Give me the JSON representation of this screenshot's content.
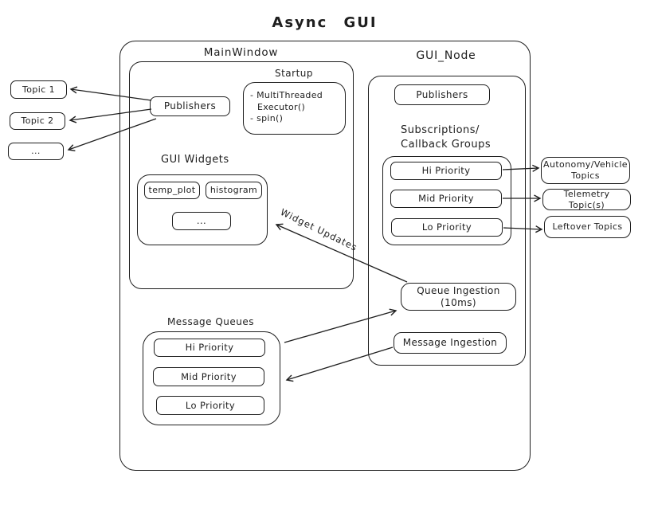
{
  "title": "Async GUI",
  "colors": {
    "stroke": "#1e1e1e",
    "background": "#ffffff"
  },
  "left_topics": [
    "Topic 1",
    "Topic 2",
    "..."
  ],
  "main_window": {
    "label": "MainWindow",
    "publishers": "Publishers",
    "startup": {
      "label": "Startup",
      "lines": [
        "- MultiThreaded",
        "Executor()",
        "- spin()"
      ]
    },
    "gui_widgets": {
      "label": "GUI Widgets",
      "items": [
        "temp_plot",
        "histogram",
        "..."
      ]
    }
  },
  "gui_node": {
    "label": "GUI_Node",
    "publishers": "Publishers",
    "subscriptions_label": [
      "Subscriptions/",
      "Callback Groups"
    ],
    "callback_groups": [
      "Hi Priority",
      "Mid Priority",
      "Lo Priority"
    ],
    "queue_ingestion": "Queue Ingestion (10ms)",
    "message_ingestion": "Message Ingestion"
  },
  "right_topics": [
    "Autonomy/Vehicle Topics",
    "Telemetry Topic(s)",
    "Leftover Topics"
  ],
  "message_queues": {
    "label": "Message Queues",
    "items": [
      "Hi Priority",
      "Mid Priority",
      "Lo Priority"
    ]
  },
  "arrow_labels": {
    "widget_updates": "Widget Updates"
  }
}
